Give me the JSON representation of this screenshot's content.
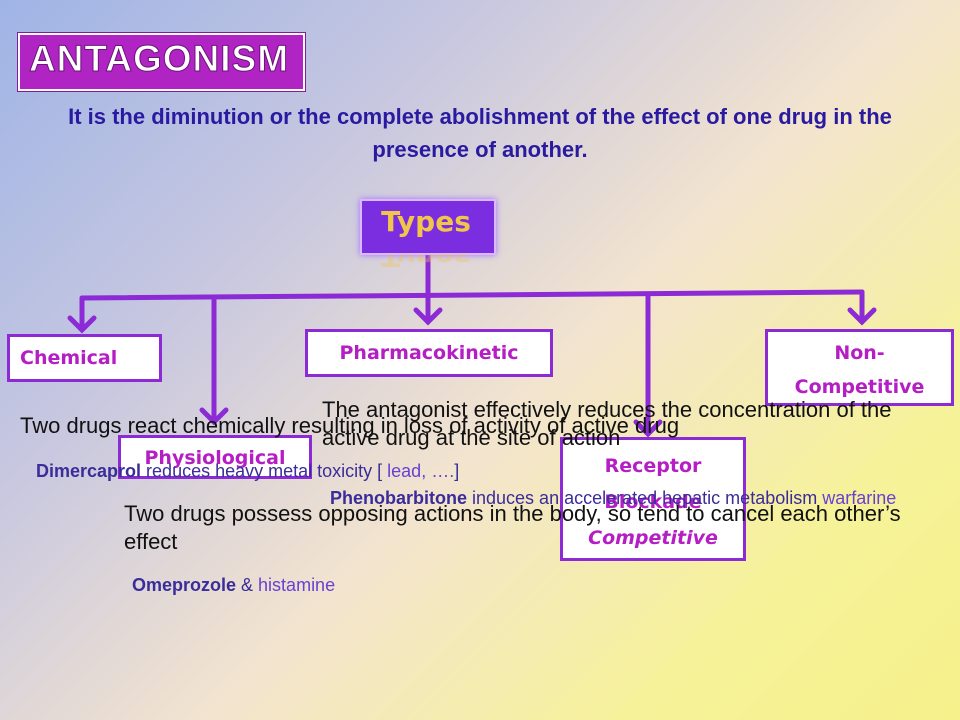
{
  "title": "ANTAGONISM",
  "definition": "It is the diminution or the complete abolishment of the effect of one drug in the presence of another.",
  "types_label": "Types",
  "nodes": {
    "chemical": "Chemical",
    "pharmacokinetic": "Pharmacokinetic",
    "non_competitive": "Non- Competitive",
    "physiological": "Physiological",
    "receptor_blockade": "Receptor Blockade",
    "competitive": "Competitive"
  },
  "descriptions": {
    "chemical": "Two drugs react chemically resulting in loss of activity of active drug",
    "pharmacokinetic": "The antagonist effectively reduces the concentration of the active drug at the site of action",
    "physiological": "Two drugs possess opposing actions in the body, so tend to cancel each other’s effect"
  },
  "examples": {
    "chemical": {
      "drug": "Dimercaprol",
      "text": " reduces heavy metal toxicity [ ",
      "highlight": "lead, ….",
      "end": "]"
    },
    "pharmacokinetic": {
      "drug": "Phenobarbitone",
      "text": " induces an accelerated hepatic metabolism ",
      "highlight": "warfarine"
    },
    "physiological": {
      "drug": "Omeprozole",
      "text": " & ",
      "highlight": "histamine"
    }
  },
  "colors": {
    "accent_purple": "#8c2ad6",
    "node_text": "#b41ec4",
    "definition_text": "#2a1aa0",
    "types_text": "#f0c54a"
  }
}
